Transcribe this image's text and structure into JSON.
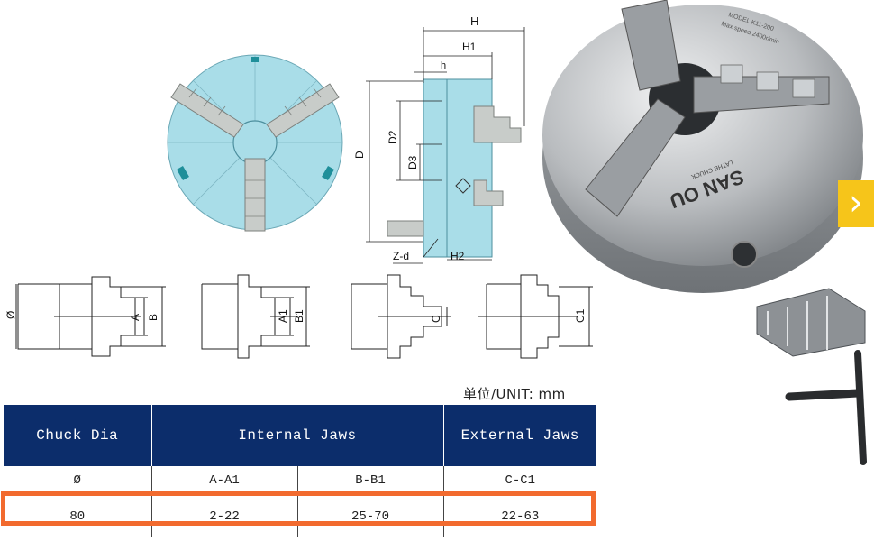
{
  "drawing": {
    "dim_H": "H",
    "dim_H1": "H1",
    "dim_h": "h",
    "dim_D": "D",
    "dim_D2": "D2",
    "dim_D3": "D3",
    "dim_Zd": "Z-d",
    "dim_H2": "H2",
    "profile_1": {
      "dia": "Ø",
      "a": "A",
      "b": "B"
    },
    "profile_2": {
      "a": "A1",
      "b": "B1"
    },
    "profile_3": {
      "c": "C"
    },
    "profile_4": {
      "c": "C1"
    }
  },
  "product": {
    "model_line1": "MODEL K11-200",
    "model_line2": "Max speed 2400r/min",
    "brand": "SAN OU",
    "brand_sub": "LATHE CHUCK"
  },
  "unit_label": "单位/UNIT: mm",
  "table": {
    "headers": {
      "chuck_dia": "Chuck Dia",
      "internal_jaws": "Internal Jaws",
      "external_jaws": "External Jaws"
    },
    "subheaders": [
      "Ø",
      "A-A1",
      "B-B1",
      "C-C1"
    ],
    "rows": [
      [
        "80",
        "2-22",
        "25-70",
        "22-63"
      ]
    ]
  },
  "colors": {
    "header_bg": "#0c2d6b",
    "highlight": "#f26a2e",
    "drawing_fill": "#a9dde8",
    "arrow_bg": "#f6c51a"
  },
  "icons": {
    "next": "chevron-right-icon"
  }
}
